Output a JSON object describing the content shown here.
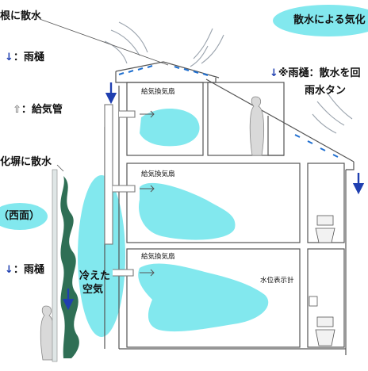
{
  "labels": {
    "roof_watering": "根に散水",
    "rain_gutter_1": "：雨樋",
    "supply_pipe": "：給気管",
    "wall_watering": "化塀に散水",
    "west_face": "（西面）",
    "rain_gutter_2": "：雨樋",
    "cooled_air_1": "冷えた",
    "cooled_air_2": "空気",
    "fan_1": "給気換気扇",
    "fan_2": "給気換気扇",
    "fan_3": "給気換気扇",
    "water_level": "水位表示計",
    "effect_bubble": "散水による気化",
    "note_1": "※雨樋：散水を回",
    "note_2": "雨水タン"
  },
  "colors": {
    "cool_air": "#82e8ee",
    "arrow_blue": "#1f3fb0",
    "outline": "#555555",
    "greenery": "#2f6f55"
  }
}
